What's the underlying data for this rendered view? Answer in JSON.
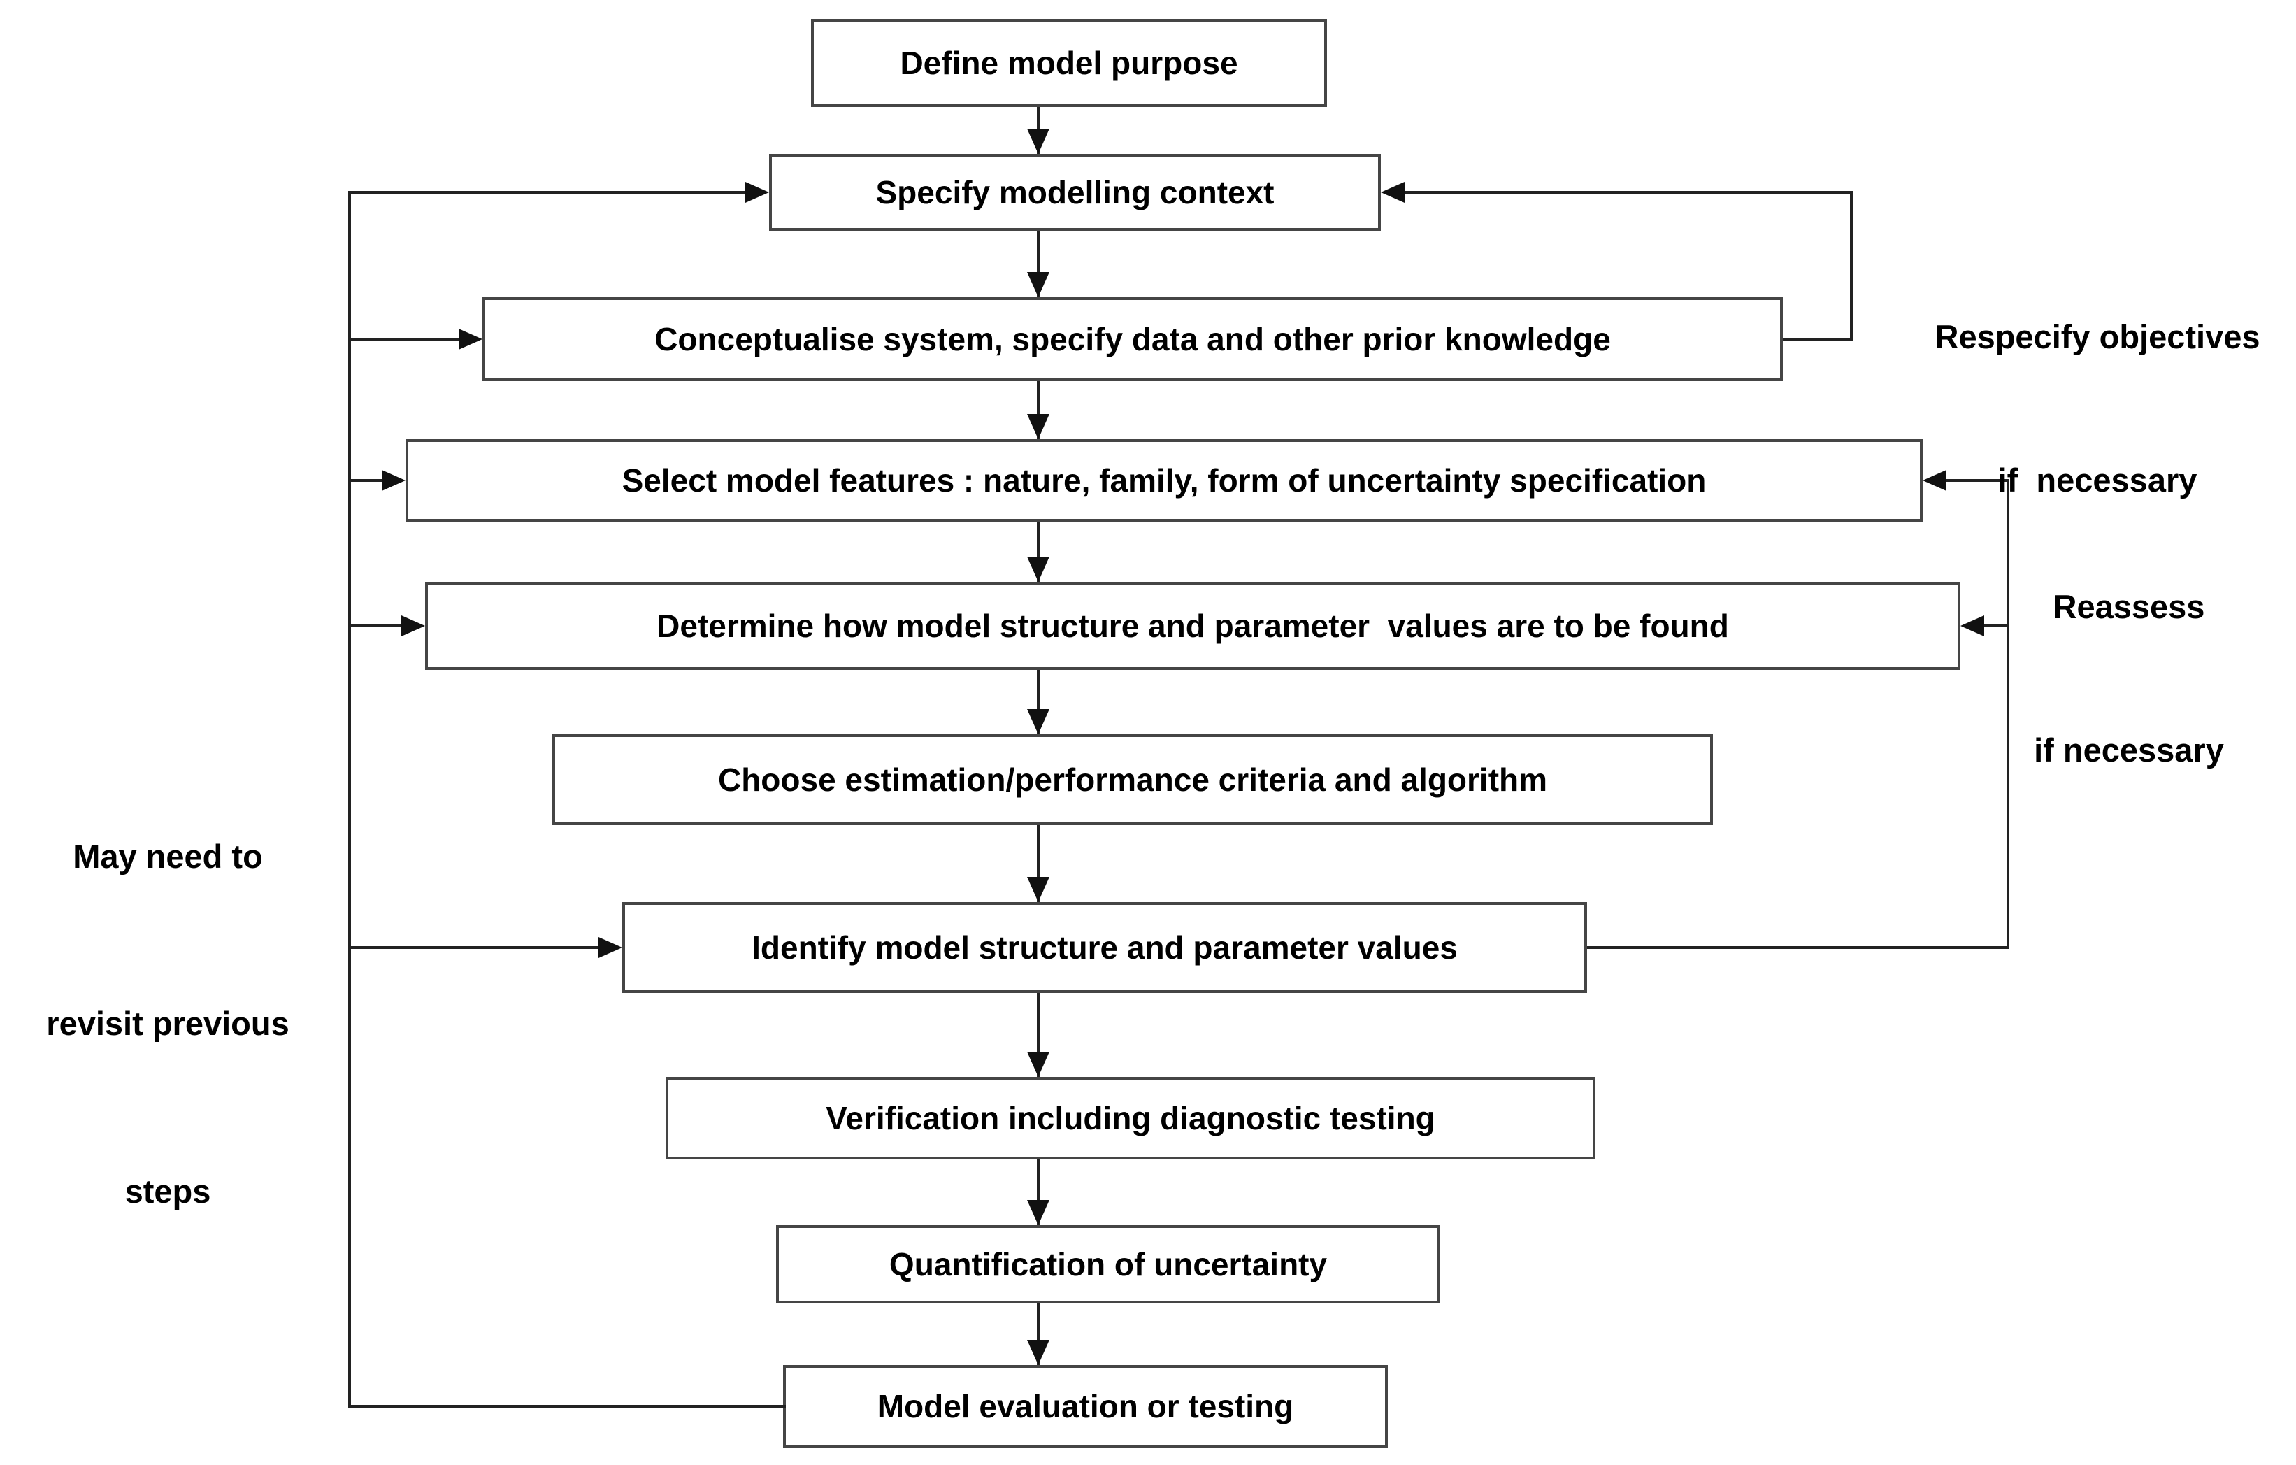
{
  "diagram": {
    "background": "#ffffff",
    "colors": {
      "line": "#222222",
      "box_border": "#454545",
      "arrowhead": "#111111",
      "text": "#000000"
    },
    "nodes": [
      {
        "id": "define",
        "label": "Define model purpose"
      },
      {
        "id": "specify",
        "label": "Specify modelling context"
      },
      {
        "id": "conceptualise",
        "label": "Conceptualise system, specify data and other prior knowledge"
      },
      {
        "id": "select",
        "label": "Select model features : nature, family, form of uncertainty specification"
      },
      {
        "id": "determine",
        "label": "Determine how model structure and parameter  values are to be found"
      },
      {
        "id": "choose",
        "label": "Choose estimation/performance criteria and algorithm"
      },
      {
        "id": "identify",
        "label": "Identify model structure and parameter values"
      },
      {
        "id": "verification",
        "label": "Verification including diagnostic testing"
      },
      {
        "id": "quantification",
        "label": "Quantification of uncertainty"
      },
      {
        "id": "model_eval",
        "label": "Model evaluation or testing"
      }
    ],
    "annotations": [
      {
        "id": "respecify",
        "lines": [
          "Respecify objectives",
          "if  necessary"
        ]
      },
      {
        "id": "reassess",
        "lines": [
          "Reassess",
          "if necessary"
        ]
      },
      {
        "id": "revisit",
        "lines": [
          "May need to",
          "revisit previous",
          "steps"
        ]
      }
    ],
    "edges": [
      {
        "from": "define",
        "to": "specify",
        "type": "flow"
      },
      {
        "from": "specify",
        "to": "conceptualise",
        "type": "flow"
      },
      {
        "from": "conceptualise",
        "to": "select",
        "type": "flow"
      },
      {
        "from": "select",
        "to": "determine",
        "type": "flow"
      },
      {
        "from": "determine",
        "to": "choose",
        "type": "flow"
      },
      {
        "from": "choose",
        "to": "identify",
        "type": "flow"
      },
      {
        "from": "identify",
        "to": "verification",
        "type": "flow"
      },
      {
        "from": "verification",
        "to": "quantification",
        "type": "flow"
      },
      {
        "from": "quantification",
        "to": "model_eval",
        "type": "flow"
      },
      {
        "from": "conceptualise",
        "to": [
          "specify"
        ],
        "type": "feedback",
        "label": "Respecify objectives if necessary"
      },
      {
        "from": "identify",
        "to": [
          "select",
          "determine"
        ],
        "type": "feedback",
        "label": "Reassess if necessary"
      },
      {
        "from": "model_eval",
        "to": [
          "specify",
          "conceptualise",
          "select",
          "determine",
          "identify"
        ],
        "type": "feedback",
        "label": "May need to revisit previous steps"
      }
    ]
  }
}
